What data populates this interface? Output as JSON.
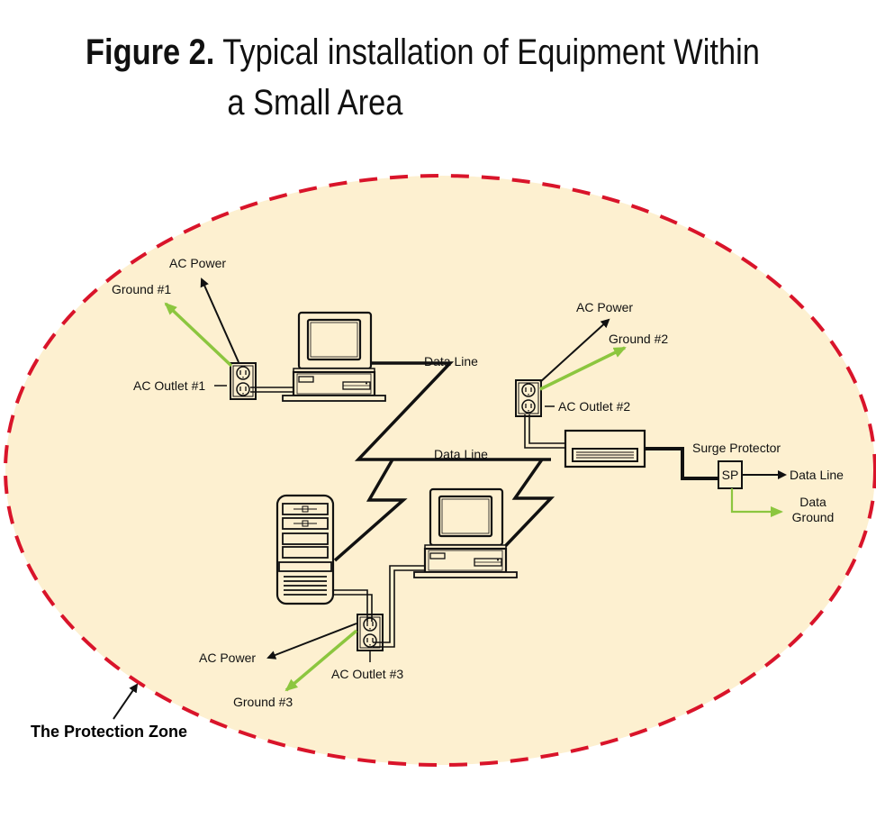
{
  "figure": {
    "number_label": "Figure 2.",
    "title_line1": "Typical installation of Equipment Within",
    "title_line2": "a Small Area"
  },
  "colors": {
    "zone_fill": "#fdf0d0",
    "zone_border": "#d9142a",
    "ground_wire": "#8cc63f",
    "line": "#111111"
  },
  "labels": {
    "ac_power_1": "AC Power",
    "ground_1": "Ground #1",
    "ac_outlet_1": "AC Outlet #1",
    "data_line_top": "Data Line",
    "ac_power_2": "AC Power",
    "ground_2": "Ground #2",
    "ac_outlet_2": "AC Outlet #2",
    "data_line_mid": "Data Line",
    "surge_protector": "Surge Protector",
    "sp": "SP",
    "data_line_out": "Data Line",
    "data_ground_1": "Data",
    "data_ground_2": "Ground",
    "ac_power_3": "AC Power",
    "ac_outlet_3": "AC Outlet #3",
    "ground_3": "Ground #3",
    "protection_zone": "The Protection Zone"
  }
}
